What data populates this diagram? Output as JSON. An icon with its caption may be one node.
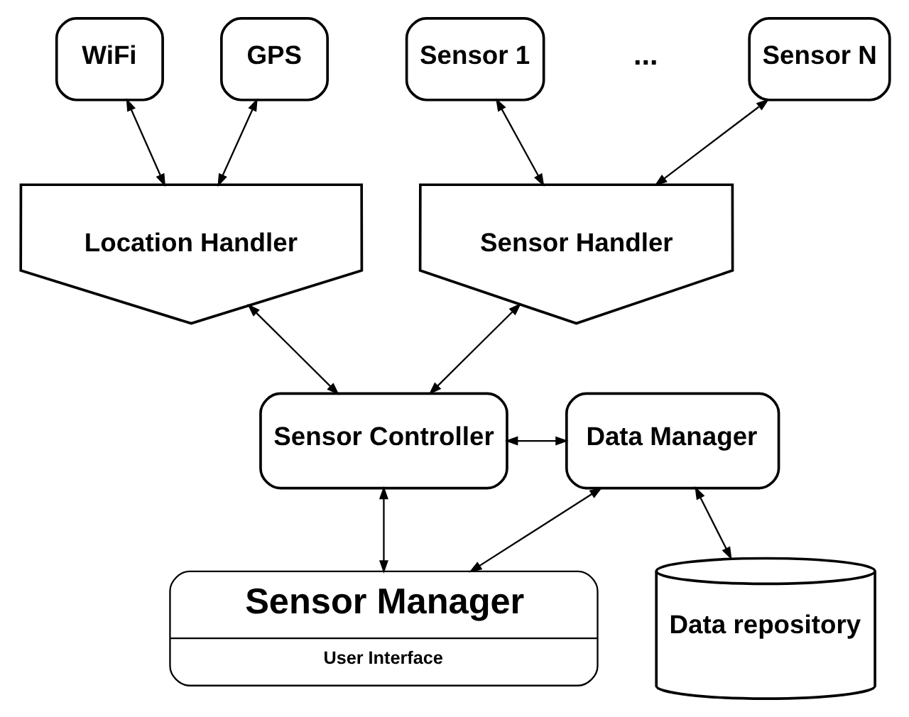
{
  "diagram": {
    "nodes": [
      {
        "text": [
          "GPS"
        ]
      },
      {
        "text": [
          "WiFi"
        ]
      },
      {
        "text": [
          "Sensor 1"
        ]
      },
      {
        "text": [
          "Sensor N"
        ]
      },
      {
        "text": [
          "Location Handler"
        ]
      },
      {
        "text": [
          "Sensor Handler"
        ]
      },
      {
        "text": [
          "Data repository"
        ]
      },
      {
        "text": [
          "Sensor Controller"
        ]
      },
      {
        "text": [
          "Data Manager"
        ]
      },
      {
        "text": [
          "Sensor Manager",
          "User Interface"
        ]
      }
    ],
    "edges": [
      {
        "from": 0,
        "to": 4,
        "arrow": "both"
      },
      {
        "from": 1,
        "to": 4,
        "arrow": "both"
      },
      {
        "from": 2,
        "to": 5,
        "arrow": "both"
      },
      {
        "from": 3,
        "to": 5,
        "arrow": "both"
      },
      {
        "from": 4,
        "to": 7,
        "arrow": "both"
      },
      {
        "from": 5,
        "to": 7,
        "arrow": "both"
      },
      {
        "from": 7,
        "to": 8,
        "arrow": "both"
      },
      {
        "from": 8,
        "to": 6,
        "arrow": "both"
      },
      {
        "from": 7,
        "to": 9,
        "arrow": "both"
      },
      {
        "from": 8,
        "to": 9,
        "arrow": "both"
      }
    ],
    "labels": [
      "..."
    ]
  }
}
